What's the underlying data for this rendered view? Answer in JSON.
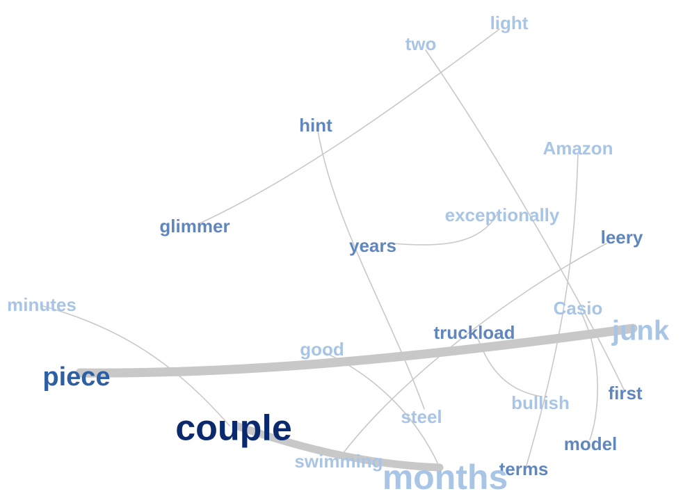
{
  "graph": {
    "colors": {
      "dark": "#0b2a6e",
      "mid": "#2f5fa3",
      "medium": "#5f86bd",
      "light": "#a9c5e6"
    },
    "nodes": [
      {
        "id": "light",
        "label": "light",
        "color": "light"
      },
      {
        "id": "two",
        "label": "two",
        "color": "light"
      },
      {
        "id": "hint",
        "label": "hint",
        "color": "medium"
      },
      {
        "id": "amazon",
        "label": "Amazon",
        "color": "light"
      },
      {
        "id": "glimmer",
        "label": "glimmer",
        "color": "medium"
      },
      {
        "id": "exceptionally",
        "label": "exceptionally",
        "color": "light"
      },
      {
        "id": "years",
        "label": "years",
        "color": "medium"
      },
      {
        "id": "leery",
        "label": "leery",
        "color": "medium"
      },
      {
        "id": "minutes",
        "label": "minutes",
        "color": "light"
      },
      {
        "id": "casio",
        "label": "Casio",
        "color": "light"
      },
      {
        "id": "junk",
        "label": "junk",
        "color": "light"
      },
      {
        "id": "truckload",
        "label": "truckload",
        "color": "medium"
      },
      {
        "id": "good",
        "label": "good",
        "color": "light"
      },
      {
        "id": "piece",
        "label": "piece",
        "color": "mid"
      },
      {
        "id": "first",
        "label": "first",
        "color": "medium"
      },
      {
        "id": "bullish",
        "label": "bullish",
        "color": "light"
      },
      {
        "id": "steel",
        "label": "steel",
        "color": "light"
      },
      {
        "id": "couple",
        "label": "couple",
        "color": "dark"
      },
      {
        "id": "model",
        "label": "model",
        "color": "medium"
      },
      {
        "id": "swimming",
        "label": "swimming",
        "color": "light"
      },
      {
        "id": "terms",
        "label": "terms",
        "color": "medium"
      },
      {
        "id": "months",
        "label": "months",
        "color": "light"
      }
    ],
    "edges": [
      {
        "source": "piece",
        "target": "junk",
        "weight": 5
      },
      {
        "source": "couple",
        "target": "months",
        "weight": 4
      },
      {
        "source": "light",
        "target": "glimmer",
        "weight": 1
      },
      {
        "source": "two",
        "target": "first",
        "weight": 1
      },
      {
        "source": "hint",
        "target": "steel",
        "weight": 1
      },
      {
        "source": "amazon",
        "target": "terms",
        "weight": 1
      },
      {
        "source": "years",
        "target": "exceptionally",
        "weight": 1
      },
      {
        "source": "leery",
        "target": "swimming",
        "weight": 1
      },
      {
        "source": "minutes",
        "target": "couple",
        "weight": 1
      },
      {
        "source": "casio",
        "target": "model",
        "weight": 1
      },
      {
        "source": "truckload",
        "target": "bullish",
        "weight": 1
      },
      {
        "source": "good",
        "target": "months",
        "weight": 1
      }
    ]
  }
}
